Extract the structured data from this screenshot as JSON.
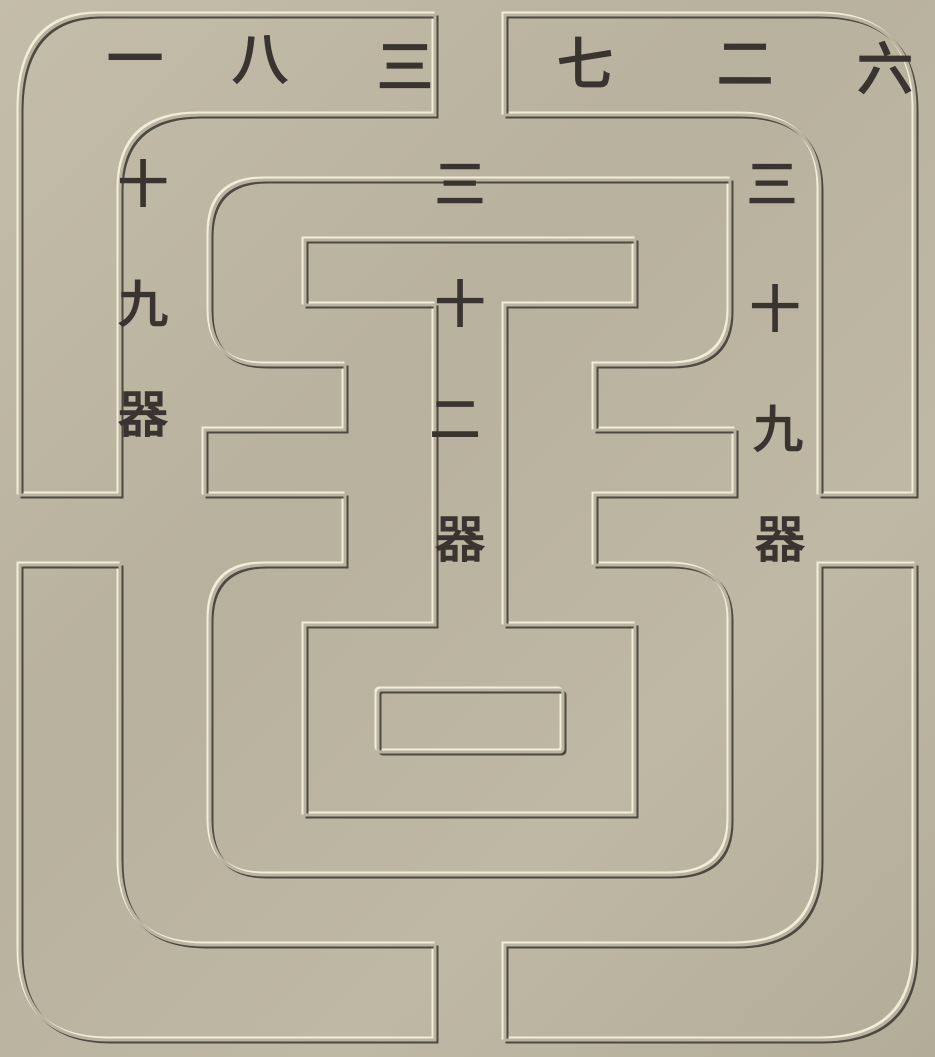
{
  "header_text": [
    "一",
    "八",
    "三",
    "七",
    "二",
    "六"
  ],
  "columns": {
    "left": [
      "十",
      "九",
      "器"
    ],
    "center": [
      "三",
      "十",
      "二",
      "器"
    ],
    "right": [
      "三",
      "十",
      "九",
      "器"
    ]
  },
  "colors": {
    "paper": "#bdb6a3",
    "ink": "#3a3431",
    "highlight": "#efe8d4",
    "shadow": "#5a5448"
  }
}
